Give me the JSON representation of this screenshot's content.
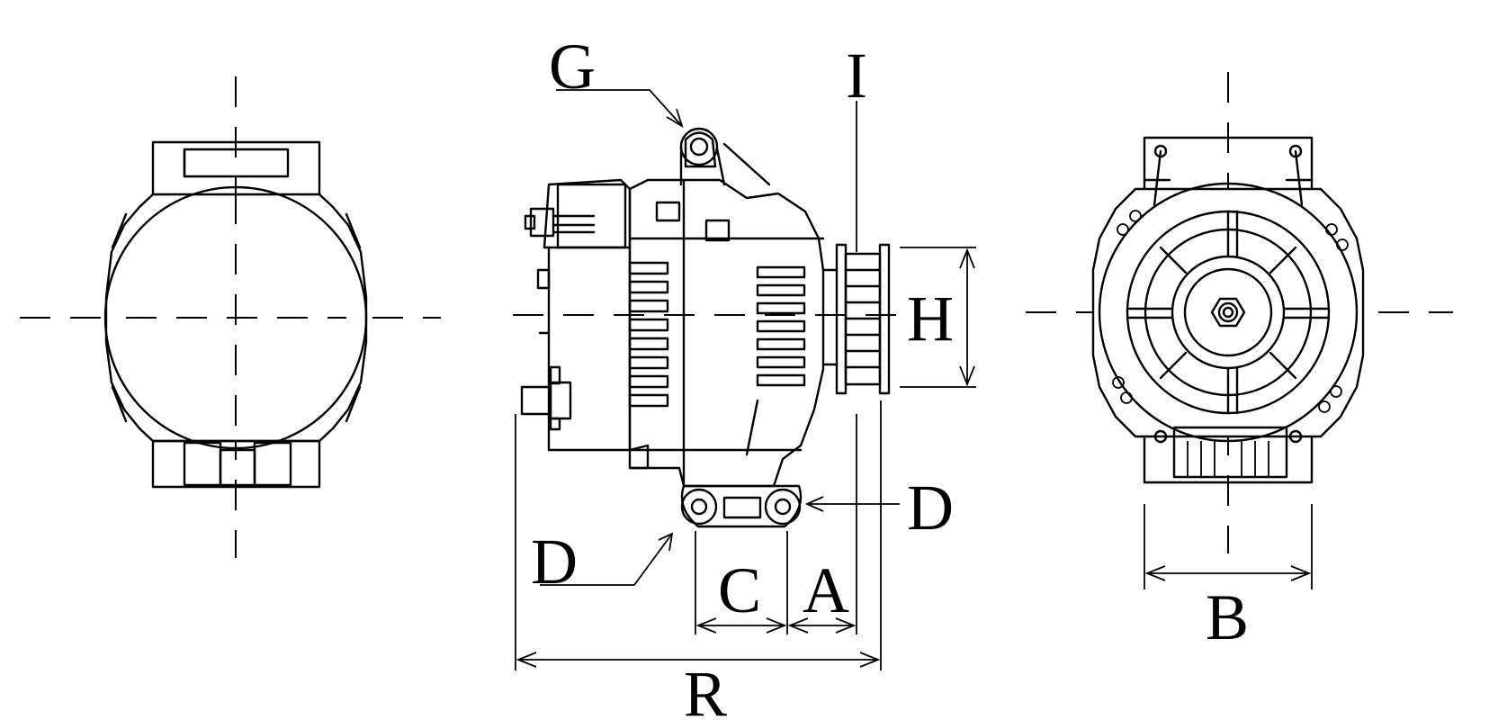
{
  "labels": {
    "a": "A",
    "b": "B",
    "c": "C",
    "d_mount": "D",
    "d_side": "D",
    "g": "G",
    "h": "H",
    "i": "I",
    "r": "R"
  }
}
